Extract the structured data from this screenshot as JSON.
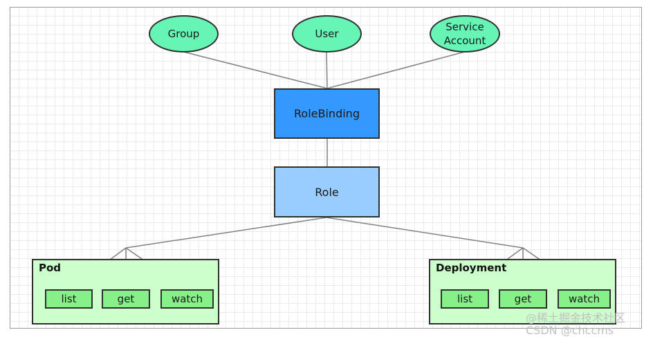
{
  "subjects": {
    "group": "Group",
    "user": "User",
    "service_account": "Service\nAccount"
  },
  "role_binding": "RoleBinding",
  "role": "Role",
  "resources": {
    "pod": {
      "title": "Pod",
      "verbs": [
        "list",
        "get",
        "watch"
      ]
    },
    "deployment": {
      "title": "Deployment",
      "verbs": [
        "list",
        "get",
        "watch"
      ]
    }
  },
  "watermark": "@稀土掘金技术社区\nCSDN @chccms"
}
